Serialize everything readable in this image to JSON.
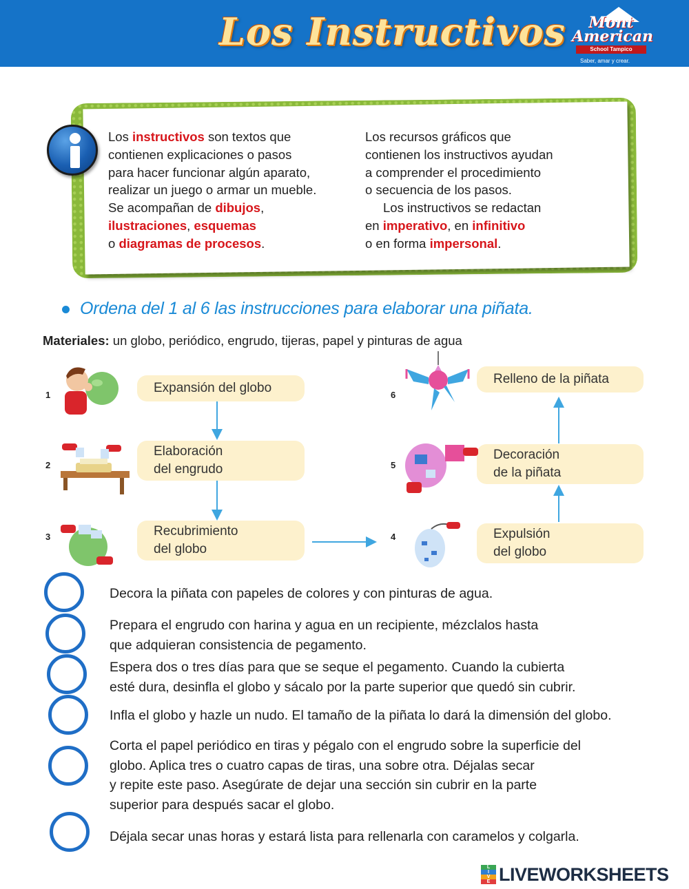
{
  "header": {
    "title": "Los Instructivos",
    "logo": {
      "line1": "Mont",
      "line2": "American",
      "band": "School Tampico",
      "motto": "Saber, amar y crear."
    }
  },
  "info": {
    "icon": "info-icon",
    "left_col": {
      "l1_a": "Los ",
      "l1_b": "instructivos",
      "l1_c": " son textos que",
      "l2": "contienen explicaciones o pasos",
      "l3": "para hacer funcionar algún aparato,",
      "l4": "realizar un juego o armar un mueble.",
      "l5_a": "Se acompañan de ",
      "l5_b": "dibujos",
      "l5_c": ",",
      "l6_a": "ilustraciones",
      "l6_b": ", ",
      "l6_c": "esquemas",
      "l7_a": "o ",
      "l7_b": "diagramas de procesos",
      "l7_c": "."
    },
    "right_col": {
      "l1": "Los recursos gráficos que",
      "l2": "contienen los instructivos ayudan",
      "l3": "a comprender el procedimiento",
      "l4": "o secuencia de los pasos.",
      "l5": "Los instructivos se redactan",
      "l6_a": "en ",
      "l6_b": "imperativo",
      "l6_c": ", en ",
      "l6_d": "infinitivo",
      "l7_a": "o en forma ",
      "l7_b": "impersonal",
      "l7_c": "."
    }
  },
  "task": {
    "title": "Ordena del 1 al 6 las instrucciones para elaborar una piñata.",
    "materials_label": "Materiales:",
    "materials_text": " un globo, periódico, engrudo, tijeras, papel y pinturas de agua"
  },
  "diagram": {
    "steps": [
      {
        "num": "1",
        "line1": "Expansión del globo",
        "line2": ""
      },
      {
        "num": "2",
        "line1": "Elaboración",
        "line2": "del engrudo"
      },
      {
        "num": "3",
        "line1": "Recubrimiento",
        "line2": "del globo"
      },
      {
        "num": "4",
        "line1": "Expulsión",
        "line2": "del globo"
      },
      {
        "num": "5",
        "line1": "Decoración",
        "line2": "de la piñata"
      },
      {
        "num": "6",
        "line1": "Relleno de la piñata",
        "line2": ""
      }
    ],
    "arrow_color": "#3fa6e0"
  },
  "sentences": [
    {
      "lines": [
        "Decora la piñata con papeles de colores y con pinturas de agua."
      ]
    },
    {
      "lines": [
        "Prepara el engrudo con harina y agua en un recipiente, mézclalos hasta",
        "que adquieran consistencia de pegamento."
      ]
    },
    {
      "lines": [
        "Espera dos o tres días para que se seque el pegamento. Cuando la cubierta",
        "esté dura, desinfla el globo y sácalo por la parte superior que quedó sin cubrir."
      ]
    },
    {
      "lines": [
        "Infla el globo y hazle un nudo. El tamaño de la piñata lo dará la dimensión del globo."
      ]
    },
    {
      "lines": [
        "Corta el papel periódico en tiras y pégalo con el engrudo sobre la superficie del",
        "globo. Aplica tres o cuatro capas de tiras, una sobre otra. Déjalas secar",
        "y repite este paso. Asegúrate de dejar una sección sin cubrir en la parte",
        "superior para después sacar el globo."
      ]
    },
    {
      "lines": [
        "Déjala secar unas horas y estará lista para rellenarla con caramelos y colgarla."
      ]
    }
  ],
  "footer": {
    "brand": "LIVEWORKSHEETS",
    "blocks": [
      "L",
      "I",
      "V",
      "E"
    ]
  },
  "colors": {
    "header_blue": "#1573c8",
    "accent_red": "#d7161b",
    "task_blue": "#1a8ad6",
    "circle_blue": "#1f6ec6",
    "box_cream": "#fdf1cd",
    "frame_green": "#8ab93a"
  }
}
